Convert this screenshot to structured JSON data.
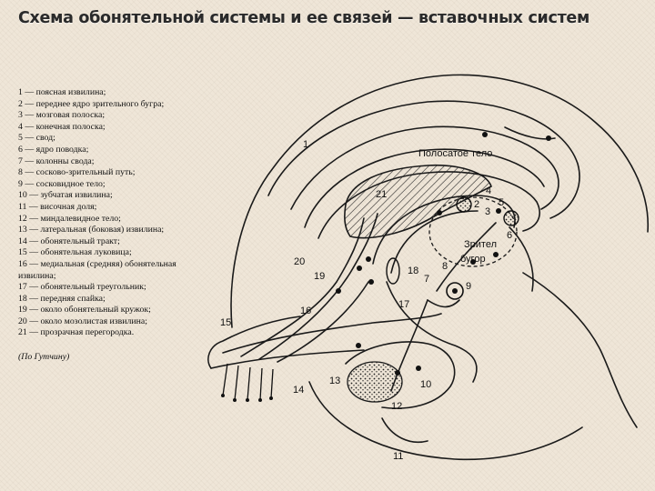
{
  "title": "Схема обонятельной системы и ее связей — вставочных систем",
  "legend": [
    "1 — поясная извилина;",
    "2 — переднее ядро зрительного бугра;",
    "3 — мозговая полоска;",
    "4 — конечная полоска;",
    "5 — свод;",
    "6 — ядро поводка;",
    "7 — колонны свода;",
    "8 — сосково-зрительный путь;",
    "9 — сосковидное тело;",
    "10 — зубчатая извилина;",
    "11 — височная доля;",
    "12 — миндалевидное тело;",
    "13 — латеральная (боковая) извилина;",
    "14 — обонятельный тракт;",
    "15 — обонятельная луковица;",
    "16 — медиальная (средняя) обонятельная",
    "извилина;",
    "17 — обонятельный треугольник;",
    "18 — передняя спайка;",
    "19 — около обонятельный кружок;",
    "20 — около мозолистая извилина;",
    "21 — прозрачная перегородка."
  ],
  "source": "(По Гутчину)",
  "diagram": {
    "striatum_label": "Полосатое  тело",
    "thalamus_label_1": "Зрител",
    "thalamus_label_2": "бугор",
    "numbers": [
      "1",
      "2",
      "3",
      "4",
      "5",
      "6",
      "7",
      "8",
      "9",
      "10",
      "11",
      "12",
      "13",
      "14",
      "15",
      "16",
      "17",
      "18",
      "19",
      "20",
      "21"
    ]
  }
}
